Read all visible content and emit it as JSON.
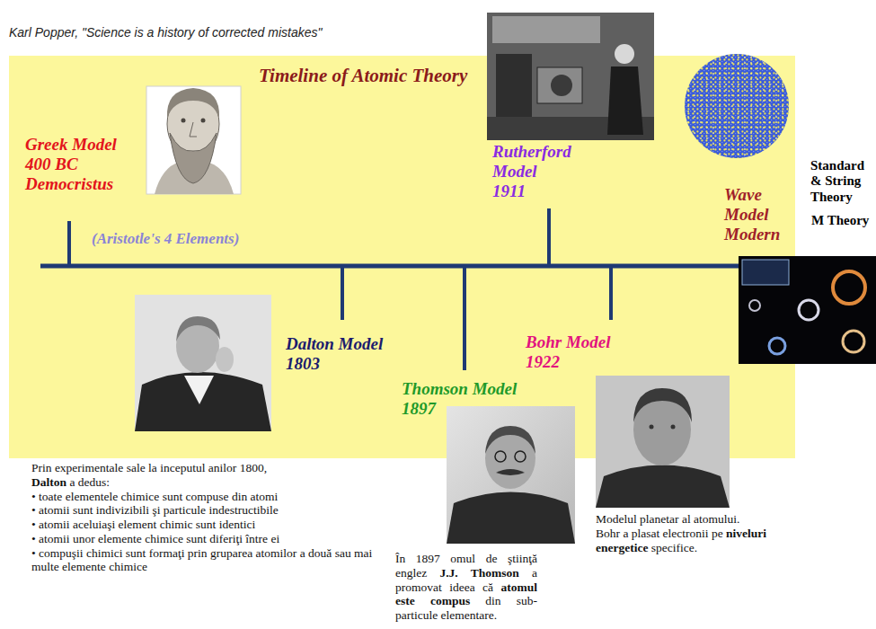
{
  "diagram": {
    "title": "Timeline of Atomic Theory",
    "labels": [
      "Karl Popper, \"Science is a history of corrected mistakes\"",
      "Greek Model 400 BC Democristus",
      "(Aristotle's 4 Elements)",
      "Rutherford Model 1911",
      "Wave Model Modern",
      "Standard & String Theory",
      "M Theory",
      "Dalton Model 1803",
      "Thomson Model 1897",
      "Bohr Model 1922",
      "Prin experimentale sale la inceputul anilor 1800,",
      "Dalton",
      "a dedus:",
      "• toate elementele chimice sunt compuse din atomi",
      "• atomii sunt indivizibili şi particule indestructibile",
      "• atomii aceluiaşi element chimic sunt identici",
      "• atomii unor elemente chimice sunt diferiţi între ei",
      "• compuşii chimici sunt formaţi prin gruparea atomilor a două sau mai multe elemente chimice",
      "În 1897 omul de ştiinţă englez",
      "J.J. Thomson",
      "a promovat ideea că",
      "atomul este compus",
      "din sub-particule elementare.",
      "Modelul planetar al atomului.",
      "Bohr a plasat electronii pe",
      "niveluri energetice",
      "specifice."
    ]
  }
}
